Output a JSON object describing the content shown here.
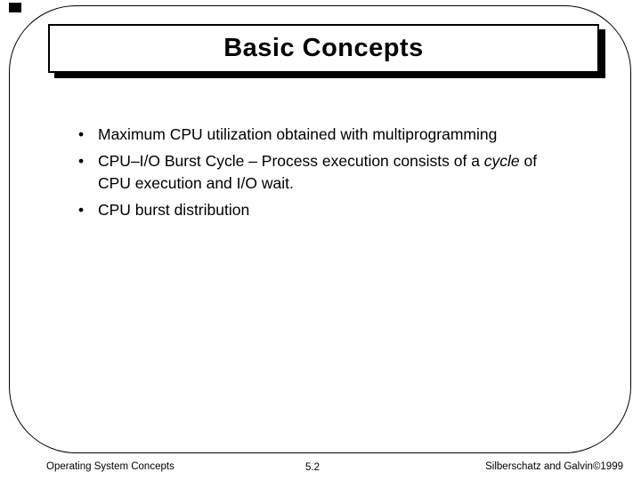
{
  "slide": {
    "title": "Basic Concepts",
    "bullet_glyph": "•",
    "bullets": [
      {
        "text": "Maximum CPU utilization obtained with multiprogramming"
      },
      {
        "pre": "CPU–I/O Burst Cycle – Process execution consists of a ",
        "italic": "cycle",
        "post": " of CPU execution and I/O wait."
      },
      {
        "text": "CPU burst distribution"
      }
    ],
    "footer": {
      "left": "Operating System Concepts",
      "page": "5.2",
      "right": "Silberschatz and Galvin©1999"
    },
    "colors": {
      "ink": "#000000",
      "background": "#ffffff"
    }
  }
}
